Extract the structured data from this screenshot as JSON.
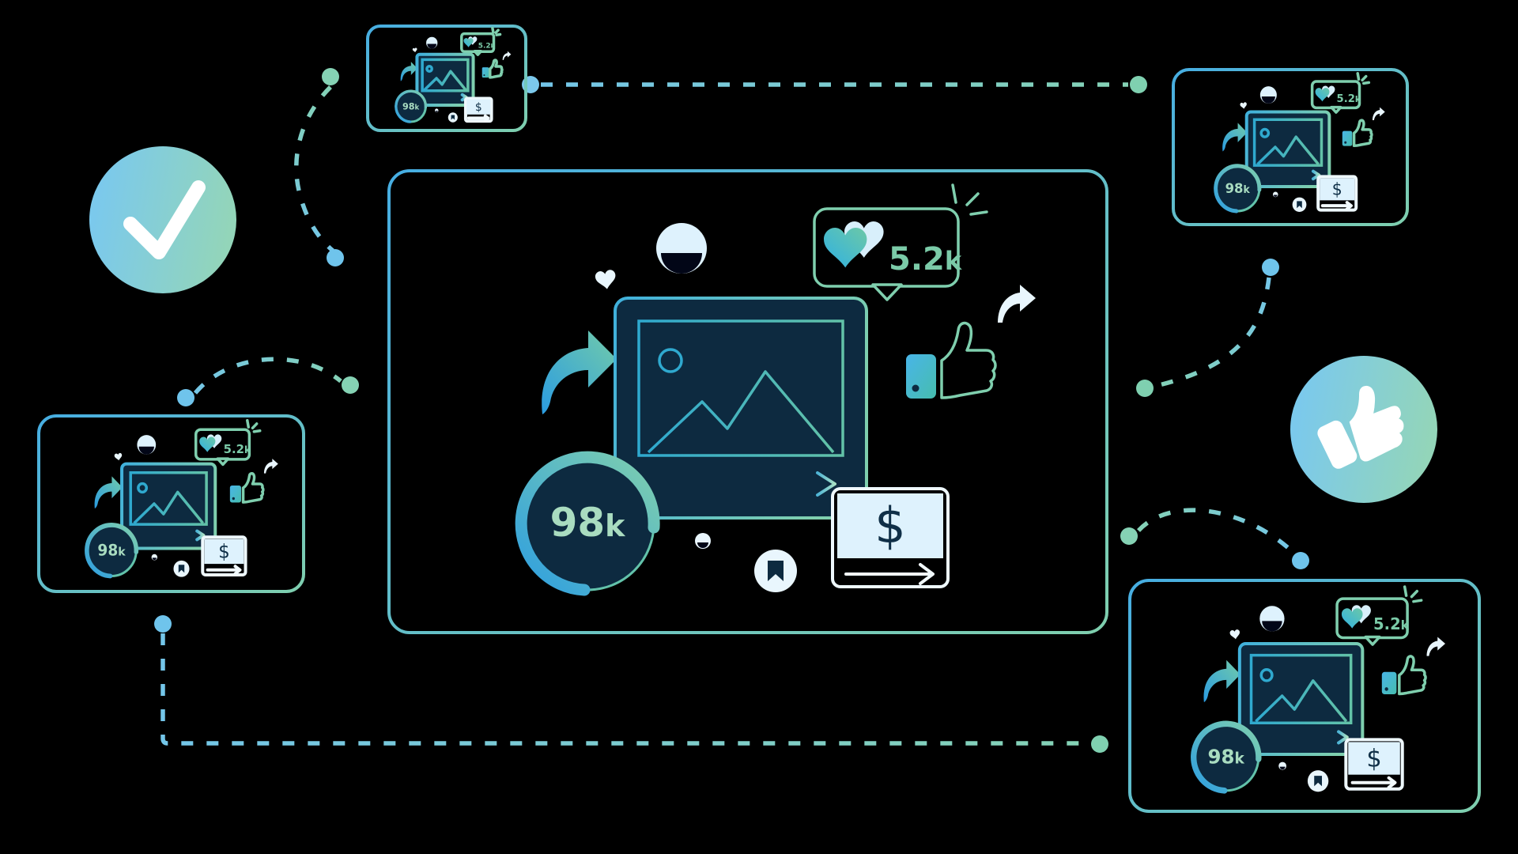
{
  "canvas": {
    "background_color": "#000000"
  },
  "palette": {
    "accent_blue": "#46ade2",
    "accent_green": "#7fcfae",
    "pale_blue": "#def2fd",
    "navy": "#0d2a40",
    "likes_text_green": "#7bcba8",
    "followers_text_green": "#a9dcc0",
    "connector_blue": "#74c6ea",
    "connector_green": "#85d2b4"
  },
  "card": {
    "likes_value": "5.2",
    "likes_suffix": "k",
    "followers_value": "98",
    "followers_suffix": "k",
    "currency_symbol": "$",
    "icons": [
      "smiley-icon",
      "heart-icon",
      "likes-badge",
      "sparkle-icon",
      "share-arrow-icon",
      "image-placeholder-icon",
      "mountain-icon",
      "progress-arrow-icon",
      "followers-ring",
      "thumbs-up-outline-icon",
      "share-arrow-small-icon",
      "dollar-card-icon",
      "bookmark-icon",
      "mini-smiley-icon"
    ]
  },
  "card_instances": [
    "central",
    "top-left",
    "top-right",
    "left",
    "bottom-right"
  ],
  "side_badges": {
    "left": "check-icon",
    "right": "thumbs-up-icon"
  },
  "connectors": [
    "top-left-card-to-central-card",
    "top-left-card-to-top-right-card",
    "top-right-card-to-central-card",
    "left-card-to-central-card",
    "left-card-to-bottom-right-card",
    "central-card-to-bottom-right-card"
  ]
}
